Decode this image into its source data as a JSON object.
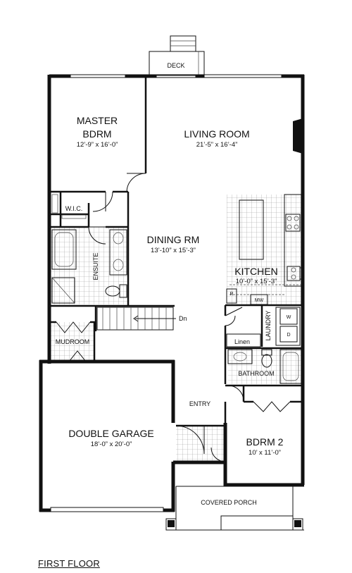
{
  "rooms": {
    "deck": {
      "name": "DECK"
    },
    "master": {
      "name_line1": "MASTER",
      "name_line2": "BDRM",
      "dims": "12’-9” x 16’-0”"
    },
    "living": {
      "name": "LIVING ROOM",
      "dims": "21’-5” x 16’-4”"
    },
    "wic": {
      "name": "W.I.C."
    },
    "dining": {
      "name": "DINING RM",
      "dims": "13’-10” x 15’-3”"
    },
    "ensuite": {
      "name": "ENSUITE"
    },
    "kitchen": {
      "name": "KITCHEN",
      "dims": "10’-0” x 15’-3”"
    },
    "mudroom": {
      "name": "MUDROOM"
    },
    "laundry": {
      "name": "LAUNDRY"
    },
    "linen": {
      "name": "Linen"
    },
    "bathroom": {
      "name": "BATHROOM"
    },
    "entry": {
      "name": "ENTRY"
    },
    "garage": {
      "name": "DOUBLE GARAGE",
      "dims": "18’-0” x 20’-0”"
    },
    "bdrm2": {
      "name": "BDRM 2",
      "dims": "10’ x 11’-0”"
    },
    "porch": {
      "name": "COVERED PORCH"
    }
  },
  "fixtures": {
    "stair_label": "Dn",
    "range_label": "R",
    "microwave_label": "MW",
    "washer_label": "W",
    "dryer_label": "D"
  },
  "footer": {
    "title": "FIRST FLOOR"
  }
}
